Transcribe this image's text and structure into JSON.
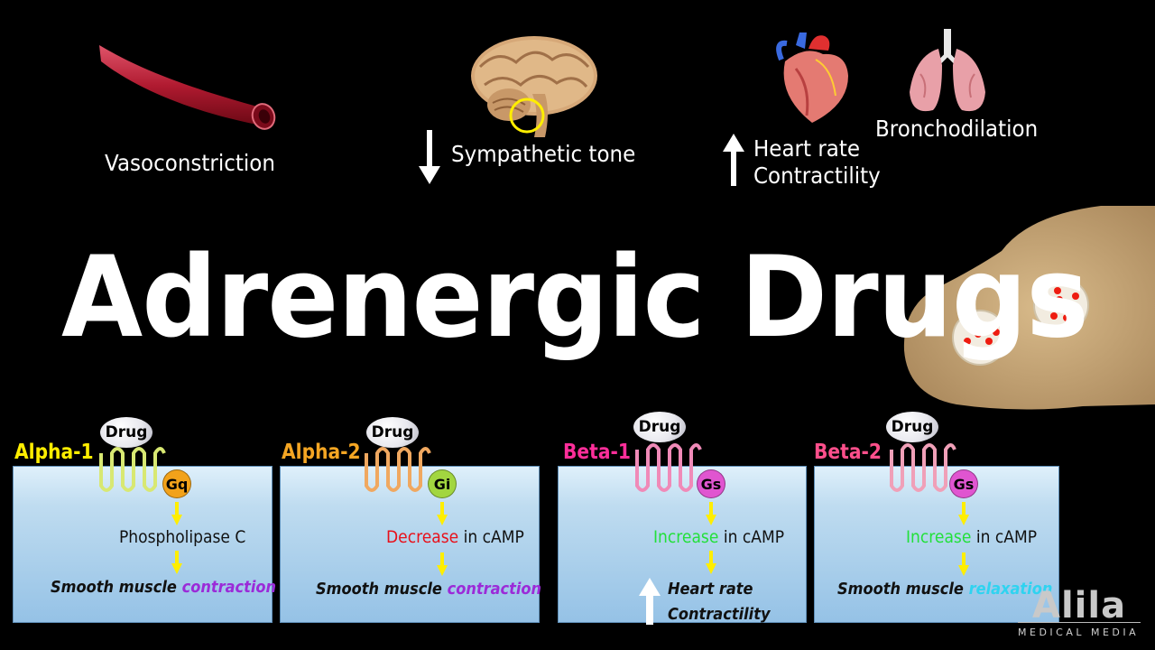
{
  "title": "Adrenergic Drugs",
  "effects": {
    "vasoconstriction": "Vasoconstriction",
    "sympathetic_tone": "Sympathetic tone",
    "heart_rate": "Heart rate",
    "contractility": "Contractility",
    "bronchodilation": "Bronchodilation"
  },
  "receptors": [
    {
      "name": "Alpha-1",
      "name_color": "#ffee00",
      "drug": "Drug",
      "g_protein": "Gq",
      "g_color": "#f2a21a",
      "coil_color": "#d8e872",
      "line1_red": "",
      "line1_green": "",
      "line1_rest": "Phospholipase C",
      "line2_bold": "Smooth muscle",
      "line2_colored": "contraction",
      "line2_color": "#9b2bd8"
    },
    {
      "name": "Alpha-2",
      "name_color": "#f5a623",
      "drug": "Drug",
      "g_protein": "Gi",
      "g_color": "#a2d640",
      "coil_color": "#f0a860",
      "line1_red": "Decrease",
      "line1_green": "",
      "line1_rest": " in cAMP",
      "line2_bold": "Smooth muscle",
      "line2_colored": "contraction",
      "line2_color": "#9b2bd8"
    },
    {
      "name": "Beta-1",
      "name_color": "#ff2e9a",
      "drug": "Drug",
      "g_protein": "Gs",
      "g_color": "#e055d0",
      "coil_color": "#f08ab8",
      "line1_red": "",
      "line1_green": "Increase",
      "line1_rest": " in cAMP",
      "line2_bold": "Heart rate",
      "line3_bold": "Contractility"
    },
    {
      "name": "Beta-2",
      "name_color": "#ff4f8b",
      "drug": "Drug",
      "g_protein": "Gs",
      "g_color": "#e055d0",
      "coil_color": "#f0a0b8",
      "line1_red": "",
      "line1_green": "Increase",
      "line1_rest": " in cAMP",
      "line2_bold": "Smooth muscle",
      "line2_colored": "relaxation",
      "line2_color": "#2fd3f0"
    }
  ],
  "logo": {
    "name": "Alila",
    "subtitle": "MEDICAL MEDIA"
  },
  "colors": {
    "decrease": "#e8101a",
    "increase": "#22e03a",
    "arrow_yellow": "#ffee00",
    "terminal": "#c8a878"
  }
}
